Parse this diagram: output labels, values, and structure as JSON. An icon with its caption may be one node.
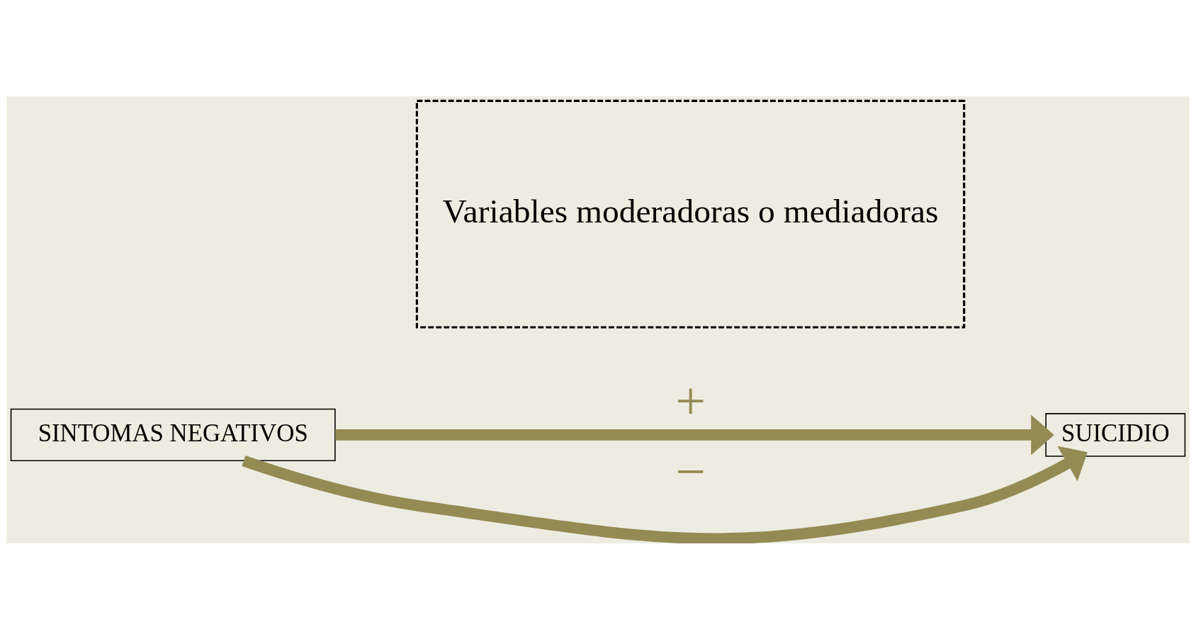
{
  "diagram": {
    "nodes": [
      {
        "text": [
          "SINTOMAS NEGATIVOS"
        ]
      },
      {
        "text": [
          "Variables moderadoras o mediadoras"
        ]
      },
      {
        "text": [
          "SUICIDIO"
        ]
      }
    ],
    "edges": [
      {
        "from": 0,
        "to": 2,
        "arrow": "to",
        "label": "+"
      },
      {
        "from": 0,
        "to": 2,
        "arrow": "to",
        "label": "−"
      }
    ]
  }
}
